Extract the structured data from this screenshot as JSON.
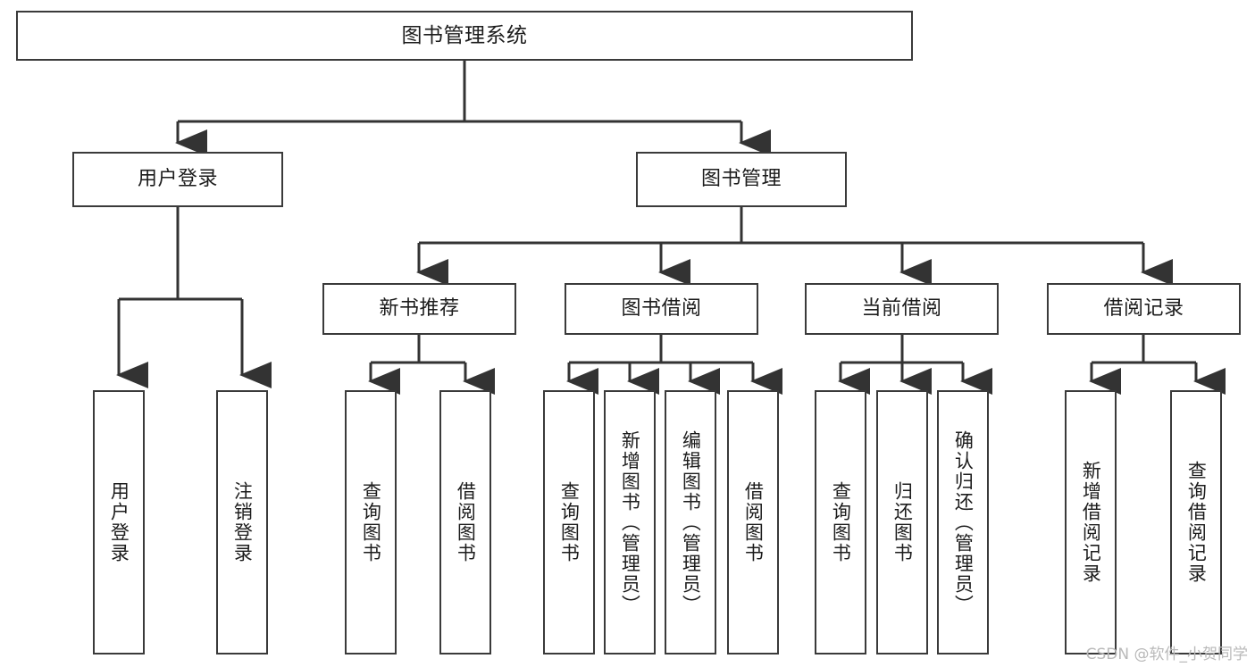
{
  "diagram": {
    "title": "图书管理系统",
    "type": "tree-hierarchy-chart",
    "watermark": "CSDN @软件_小贺同学",
    "colors": {
      "box_border": "#3a3a3a",
      "box_fill": "#ffffff",
      "edge": "#333333",
      "text": "#1c1c1c",
      "watermark": "#b9b9b9",
      "background": "#ffffff"
    },
    "nodes": {
      "root": {
        "label": "图书管理系统"
      },
      "level2": [
        {
          "id": "user-login",
          "label": "用户登录"
        },
        {
          "id": "book-manage",
          "label": "图书管理"
        }
      ],
      "level3": [
        {
          "id": "new-book-recommend",
          "label": "新书推荐"
        },
        {
          "id": "book-borrow",
          "label": "图书借阅"
        },
        {
          "id": "current-borrow",
          "label": "当前借阅"
        },
        {
          "id": "borrow-record",
          "label": "借阅记录"
        }
      ],
      "leaves": {
        "user-login": [
          {
            "id": "leaf-user-login",
            "label": "用户登录"
          },
          {
            "id": "leaf-user-logout",
            "label": "注销登录"
          }
        ],
        "new-book-recommend": [
          {
            "id": "leaf-query-book-1",
            "label": "查询图书"
          },
          {
            "id": "leaf-borrow-book-1",
            "label": "借阅图书"
          }
        ],
        "book-borrow": [
          {
            "id": "leaf-query-book-2",
            "label": "查询图书"
          },
          {
            "id": "leaf-add-book",
            "label": "新增图书（管理员）"
          },
          {
            "id": "leaf-edit-book",
            "label": "编辑图书（管理员）"
          },
          {
            "id": "leaf-borrow-book-2",
            "label": "借阅图书"
          }
        ],
        "current-borrow": [
          {
            "id": "leaf-query-book-3",
            "label": "查询图书"
          },
          {
            "id": "leaf-return-book",
            "label": "归还图书"
          },
          {
            "id": "leaf-confirm-return",
            "label": "确认归还（管理员）"
          }
        ],
        "borrow-record": [
          {
            "id": "leaf-add-record",
            "label": "新增借阅记录"
          },
          {
            "id": "leaf-query-record",
            "label": "查询借阅记录"
          }
        ]
      }
    }
  }
}
